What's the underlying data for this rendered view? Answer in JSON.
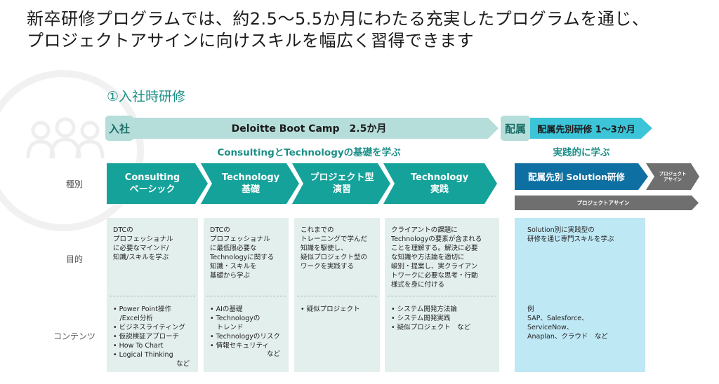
{
  "headline": {
    "line1": "新卒研修プログラムでは、約2.5〜5.5か月にわたる充実したプログラムを通じ、",
    "line2": "プロジェクトアサインに向けスキルを幅広く習得できます"
  },
  "section_title": "①入社時研修",
  "phases": {
    "entry_badge": "入社",
    "bootcamp_label": "Deloitte Boot Camp　2.5か月",
    "assign_badge": "配属",
    "assign_label": "配属先別研修 1〜3か月",
    "bootcamp_sub": "ConsultingとTechnologyの基礎を学ぶ",
    "assign_sub": "実践的に学ぶ"
  },
  "row_labels": {
    "type": "種別",
    "purpose": "目的",
    "content": "コンテンツ"
  },
  "chevrons": [
    {
      "line1": "Consulting",
      "line2": "ベーシック"
    },
    {
      "line1": "Technology",
      "line2": "基礎"
    },
    {
      "line1": "プロジェクト型",
      "line2": "演習"
    },
    {
      "line1": "Technology",
      "line2": "実践"
    }
  ],
  "assign_chevron": "配属先別 Solution研修",
  "project_assign_small": {
    "line1": "プロジェクト",
    "line2": "アサイン"
  },
  "project_assign_bar": "プロジェクトアサイン",
  "panels": [
    {
      "goal": "DTCの\nプロフェッショナル\nに必要なマインド/\n知識/スキルを学ぶ",
      "content": "• Power Point操作\n　/Excel分析\n• ビジネスライティング\n• 仮説検証アプローチ\n• How To Chart\n• Logical Thinking",
      "nado": "など"
    },
    {
      "goal": "DTCの\nプロフェッショナル\nに最低限必要な\nTechnologyに関する\n知識・スキルを\n基礎から学ぶ",
      "content": "• AIの基礎\n• Technologyの\n　トレンド\n• Technologyのリスク\n• 情報セキュリティ",
      "nado": "など"
    },
    {
      "goal": "これまでの\nトレーニングで学んだ\n知識を駆使し、\n疑似プロジェクト型の\nワークを実践する",
      "content": "• 疑似プロジェクト",
      "nado": ""
    },
    {
      "goal": "クライアントの課題に\nTechnologyの要素が含まれる\nことを理解する。解決に必要\nな知識や方法論を適切に\n峻別・提案し、実クライアン\nトワークに必要な思考・行動\n様式を身に付ける",
      "content": "• システム開発方法論\n• システム開発実践\n• 疑似プロジェクト　など",
      "nado": ""
    },
    {
      "goal": "Solution別に実践型の\n研修を通じ専門スキルを学ぶ",
      "content": "例\nSAP、Salesforce、\nServiceNow、\nAnaplan、クラウド　など",
      "nado": ""
    }
  ],
  "colors": {
    "teal": "#14a29a",
    "teal_light": "#b5ddd9",
    "teal_text": "#1c8f87",
    "cyan": "#3cc4d9",
    "dark_blue": "#0e6fa2",
    "gray": "#6f6f6f",
    "panel_green": "#e3efec",
    "panel_blue": "#bfe8f5"
  }
}
